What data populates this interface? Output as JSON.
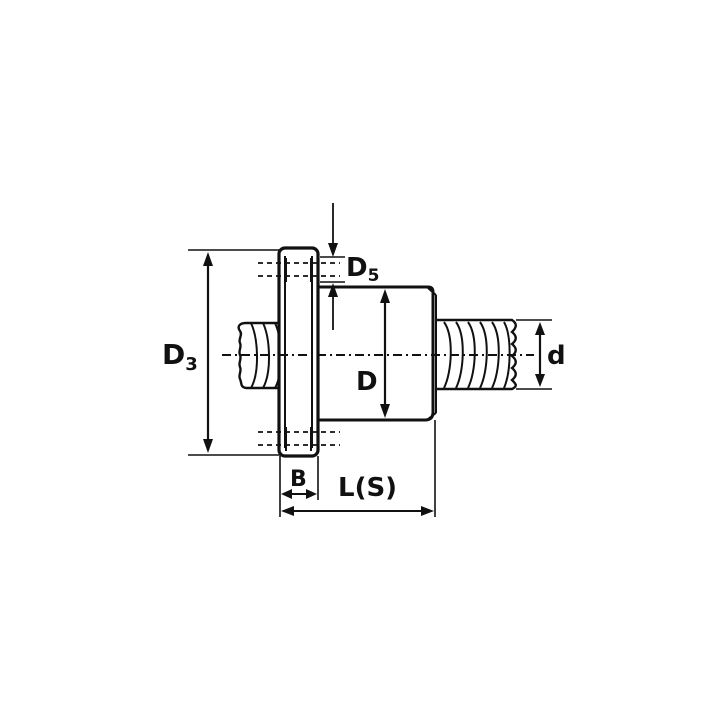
{
  "labels": {
    "d3": "D",
    "d3_sub": "3",
    "d5": "D",
    "d5_sub": "5",
    "d": "d",
    "D": "D",
    "B": "B",
    "L": "L(S)"
  },
  "colors": {
    "stroke": "#111111",
    "background": "#ffffff"
  }
}
